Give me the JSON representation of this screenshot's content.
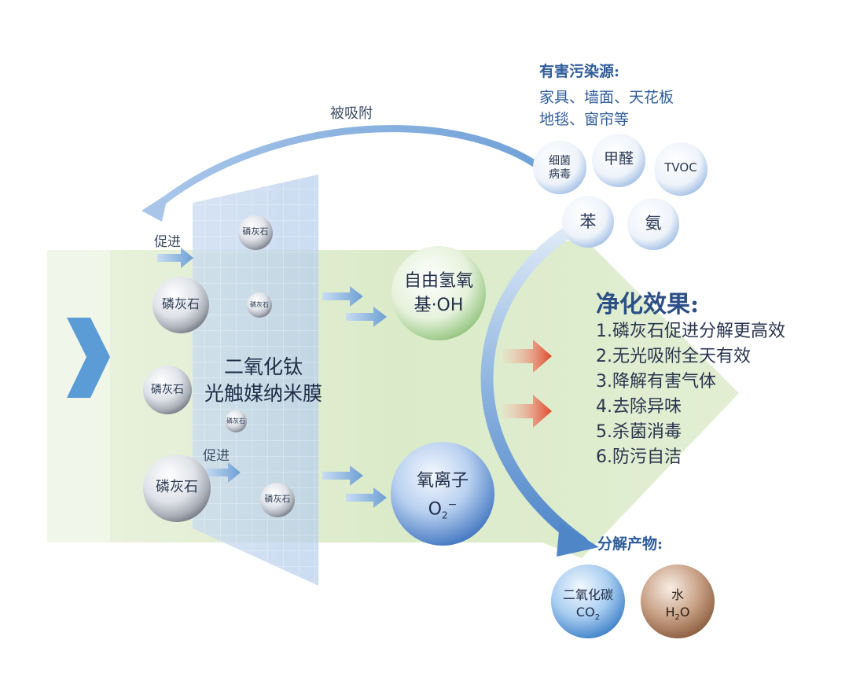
{
  "labels": {
    "adsorbed": "被吸附",
    "promote_top": "促进",
    "promote_bottom": "促进",
    "membrane_line1": "二氧化钛",
    "membrane_line2": "光触媒纳米膜"
  },
  "apatite_spheres": [
    "磷灰石",
    "磷灰石",
    "磷灰石",
    "磷灰石",
    "磷灰石",
    "磷灰石",
    "磷灰石"
  ],
  "radicals": {
    "hydroxyl_line1": "自由氢氧",
    "hydroxyl_line2": "基·OH",
    "oxygen_ion_line1": "氧离子",
    "oxygen_ion_formula": "O",
    "oxygen_ion_sub": "2",
    "oxygen_ion_sup": "−"
  },
  "pollution": {
    "title": "有害污染源:",
    "line1": "家具、墙面、天花板",
    "line2": "地毯、窗帘等",
    "items": [
      "细菌",
      "病毒",
      "甲醛",
      "TVOC",
      "苯",
      "氨"
    ]
  },
  "effects": {
    "title": "净化效果:",
    "items": [
      "1.磷灰石促进分解更高效",
      "2.无光吸附全天有效",
      "3.降解有害气体",
      "4.去除异味",
      "5.杀菌消毒",
      "6.防污自洁"
    ]
  },
  "products": {
    "title": "分解产物:",
    "co2_name": "二氧化碳",
    "co2_formula": "CO",
    "co2_sub": "2",
    "water_name": "水",
    "water_formula_h": "H",
    "water_sub": "2",
    "water_formula_o": "O"
  },
  "colors": {
    "flow_green": "#dcebc9",
    "arrow_blue": "#6d9fd4",
    "arrow_red": "#e0482a",
    "heading_blue": "#2f5d9a"
  }
}
